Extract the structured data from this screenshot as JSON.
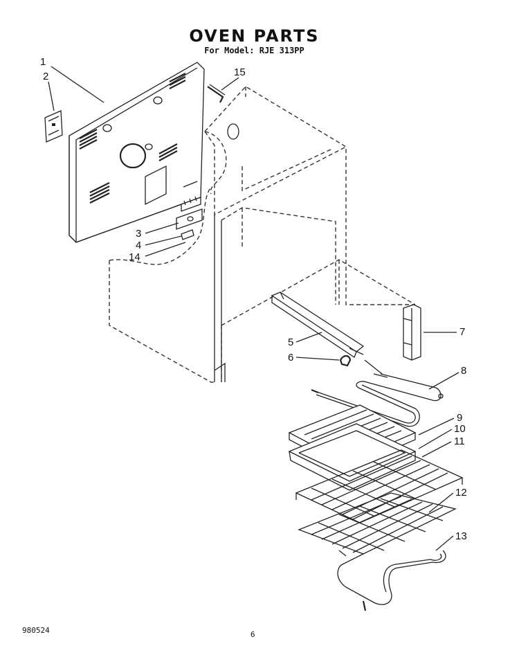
{
  "header": {
    "title": "OVEN PARTS",
    "subtitle": "For Model: RJE 313PP"
  },
  "footer": {
    "doc_id": "980524",
    "page_number": "6"
  },
  "callouts": [
    "1",
    "2",
    "3",
    "4",
    "14",
    "15",
    "5",
    "6",
    "7",
    "8",
    "9",
    "10",
    "11",
    "12",
    "13"
  ]
}
